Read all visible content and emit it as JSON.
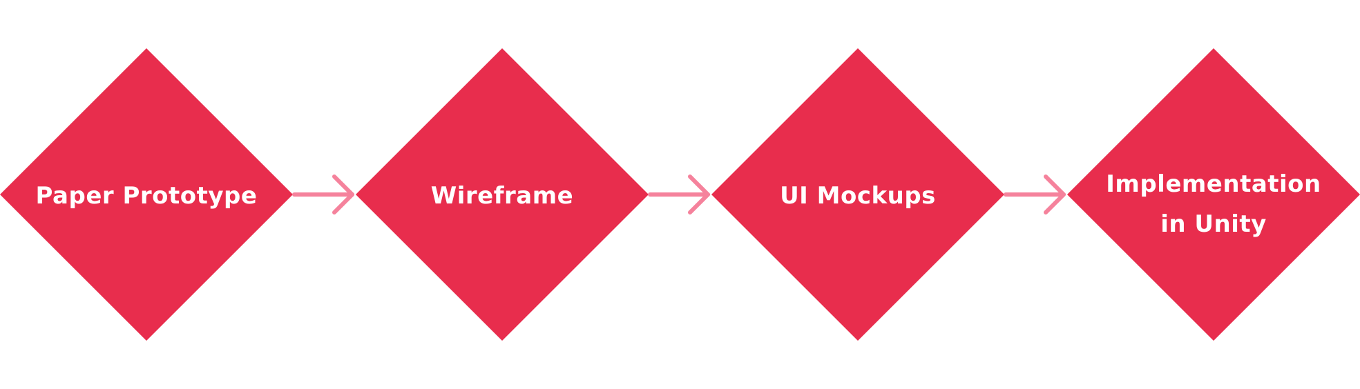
{
  "colors": {
    "diamond": "#e82d4d",
    "arrow": "#f5829c",
    "text": "#ffffff",
    "background": "#ffffff"
  },
  "steps": [
    {
      "lines": [
        "Paper Prototype"
      ]
    },
    {
      "lines": [
        "Wireframe"
      ]
    },
    {
      "lines": [
        "UI Mockups"
      ]
    },
    {
      "lines": [
        "Implementation",
        "in Unity"
      ]
    }
  ]
}
